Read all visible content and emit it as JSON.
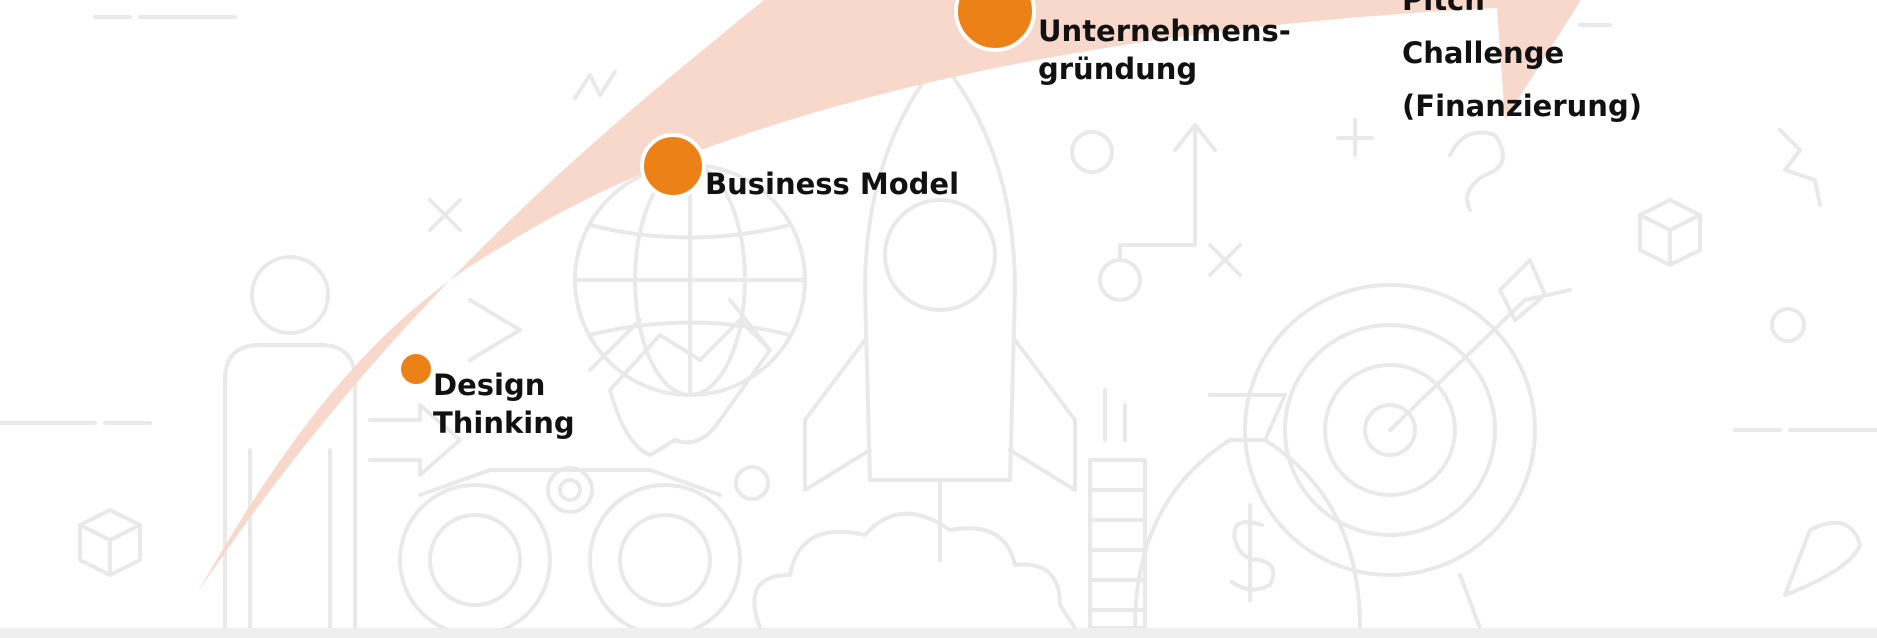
{
  "diagram": {
    "milestones": [
      {
        "id": "design-thinking",
        "label": "Design\nThinking"
      },
      {
        "id": "business-model",
        "label": "Business Model"
      },
      {
        "id": "unternehmensgruendung",
        "label": "Unternehmens-\ngründung"
      },
      {
        "id": "pitch-challenge",
        "label": "Pitch\nChallenge\n(Finanzierung)"
      }
    ]
  },
  "colors": {
    "arrow": "#f7d8cb",
    "dot": "#ec8217",
    "label": "#111111",
    "icon_line": "#e9e9e9",
    "footer": "#efefef"
  }
}
